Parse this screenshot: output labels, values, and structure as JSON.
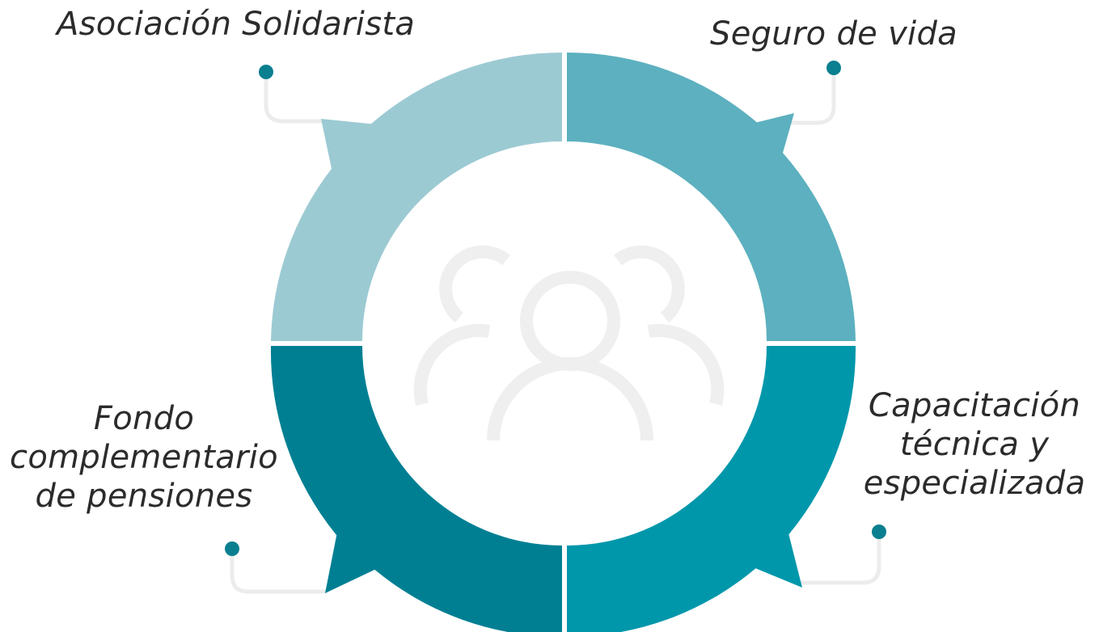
{
  "labels": {
    "top_left": "Asociación Solidarista",
    "top_right": "Seguro de vida",
    "bottom_right": [
      "Capacitación",
      "técnica y",
      "especializada"
    ],
    "bottom_left": [
      "Fondo",
      "complementario",
      "de pensiones"
    ]
  },
  "center_icon": "users-group-icon",
  "colors": {
    "top_left_segment": "#9ccad3",
    "top_right_segment": "#5cb0bf",
    "bottom_right_segment": "#0097ab",
    "bottom_left_segment": "#007f93",
    "connector_dot": "#0a7f8f",
    "connector_line": "#ececec",
    "center_icon_stroke": "#efefef"
  }
}
